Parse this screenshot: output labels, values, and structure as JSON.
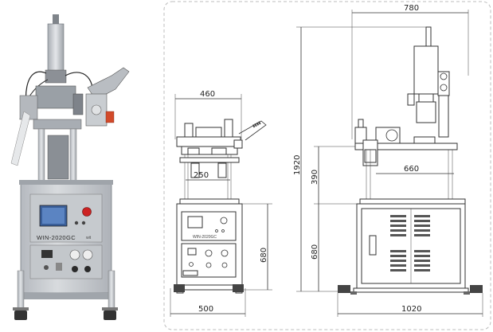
{
  "photo": {
    "model_label": "WIN-2020GC",
    "brand_mark": "wit"
  },
  "front_view": {
    "width_top": "460",
    "width_inner": "250",
    "height_cabinet": "680",
    "width_base": "500",
    "panel_label": "WIN-2020GC"
  },
  "side_view": {
    "width_top": "780",
    "height_total": "1920",
    "height_upper": "390",
    "width_table": "660",
    "height_cabinet": "680",
    "width_base": "1020"
  },
  "colors": {
    "frame": "#c9ccd0",
    "panel": "#b8bcc2",
    "screen": "#3a5f9a",
    "stop_button": "#cc2222",
    "line": "#333333",
    "dashed_border": "#bdbdbd"
  }
}
